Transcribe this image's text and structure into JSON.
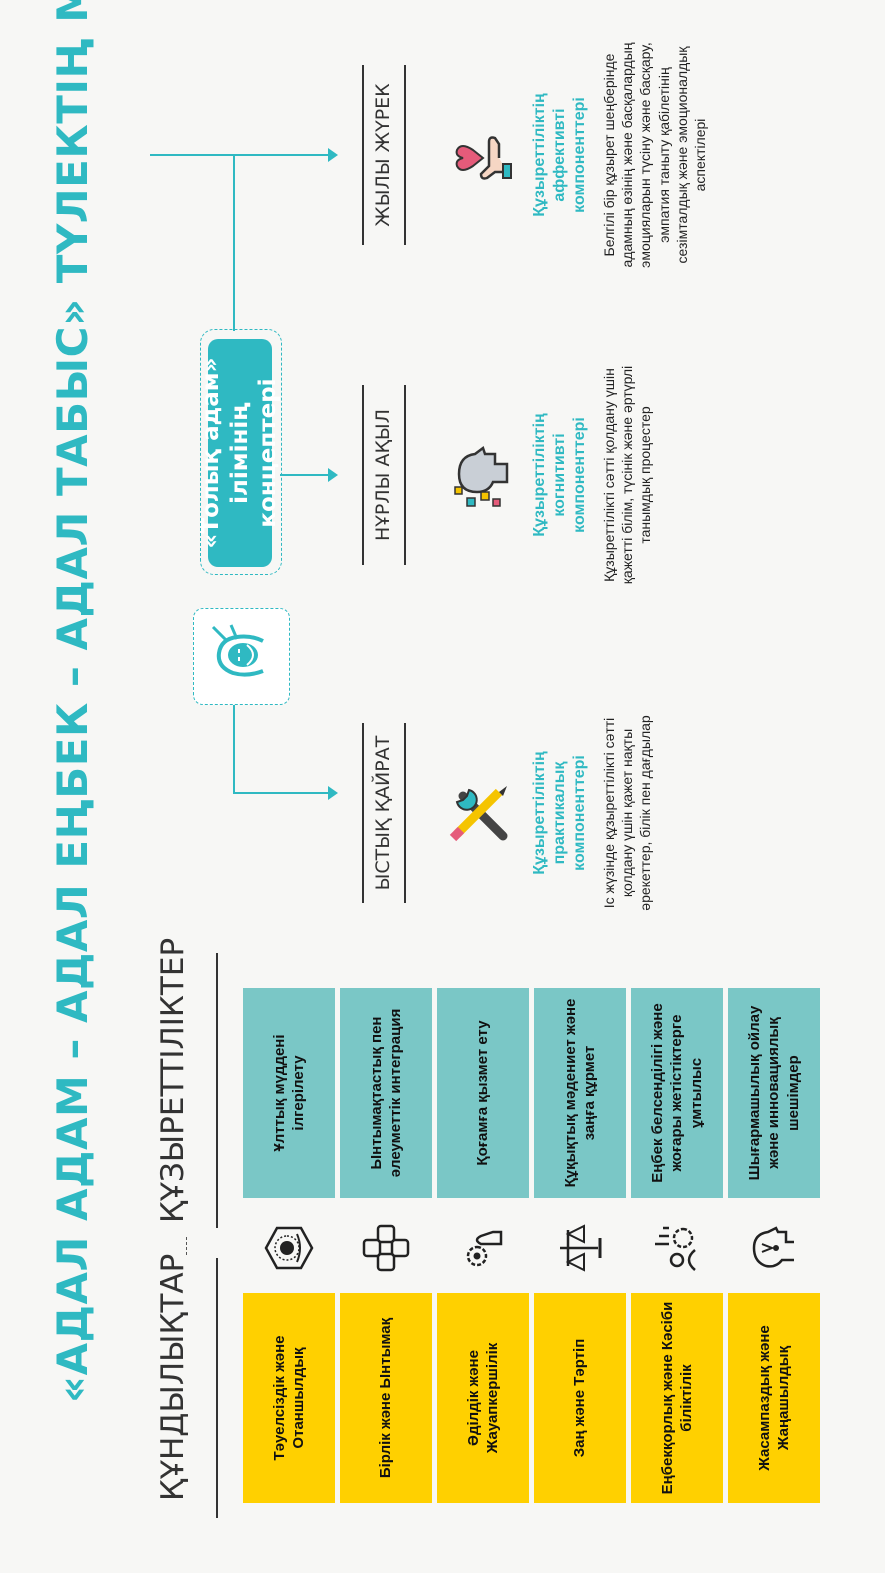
{
  "title": "«АДАЛ АДАМ – АДАЛ ЕҢБЕК – АДАЛ ТАБЫС» ТҮЛЕКТІҢ МОДЕЛІ",
  "headers": {
    "values": "ҚҰНДЫЛЫҚТАР",
    "competencies": "ҚҰЗЫРЕТТІЛІКТЕР"
  },
  "rows": [
    {
      "value": "Тәуелсіздік және Отаншылдық",
      "competency": "Ұлттық мүддені ілгерілету",
      "icon": "independence-emblem-icon"
    },
    {
      "value": "Бірлік және Ынтымақ",
      "competency": "Ынтымақтастық пен әлеуметтік интеграция",
      "icon": "joined-hands-icon"
    },
    {
      "value": "Әділдік және Жауапкершілік",
      "competency": "Қоғамға қызмет ету",
      "icon": "hand-gear-icon"
    },
    {
      "value": "Заң және Тәртіп",
      "competency": "Құқықтық мәдениет және заңға құрмет",
      "icon": "scales-icon"
    },
    {
      "value": "Еңбекқорлық және Кәсіби біліктілік",
      "competency": "Еңбек белсенділігі және жоғары жетістіктерге ұмтылыс",
      "icon": "people-growth-icon"
    },
    {
      "value": "Жасампаздық және Жаңашылдық",
      "competency": "Шығармашылық ойлау және инновациялық шешімдер",
      "icon": "creative-head-icon"
    }
  ],
  "concept": {
    "line1": "«Толық адам»",
    "line2": "ілімінің концептері"
  },
  "portrait_icon": "thinker-portrait-icon",
  "branches": [
    {
      "label": "ЫСТЫҚ ҚАЙРАТ",
      "title": "Құзыреттіліктің практикалық компоненттері",
      "desc": "Іс жүзінде құзыреттілікті сәтті қолдану үшін қажет нақты әрекеттер, білік пен дағдылар",
      "icon": "tools-icon"
    },
    {
      "label": "НҰРЛЫ АҚЫЛ",
      "title": "Құзыреттіліктің когнитивті компоненттері",
      "desc": "Құзыреттілікті сәтті қолдану үшін қажетті білім, түсінік және әртүрлі танымдық процестер",
      "icon": "head-pixels-icon"
    },
    {
      "label": "ЖЫЛЫ ЖҮРЕК",
      "title": "Құзыреттіліктің аффективті компоненттері",
      "desc": "Белгілі бір құзырет шеңберінде адамның өзінің және басқалардың эмоцияларын түсіну және басқару, эмпатия таныту қабілетінің сезімталдық және эмоционалдық аспектілері",
      "icon": "heart-hand-icon"
    }
  ],
  "colors": {
    "accent": "#2fb9c2",
    "value_box": "#ffd000",
    "competency_box": "#7ac7c6"
  }
}
